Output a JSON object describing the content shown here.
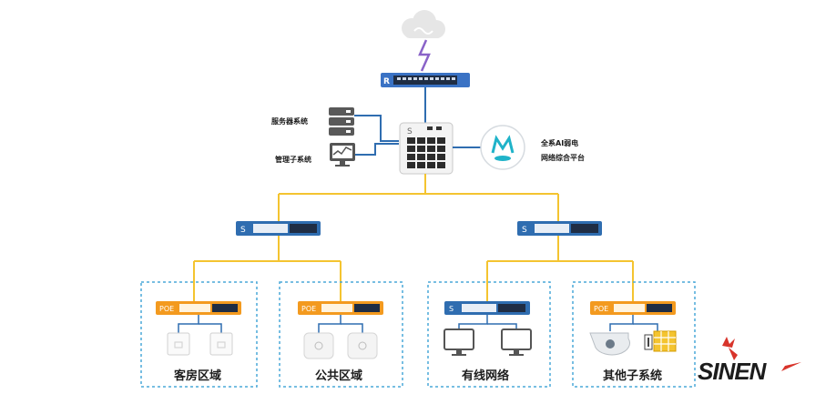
{
  "labels": {
    "server_system": "服务器系统",
    "management_subsystem": "管理子系统",
    "platform_line1": "全系AI弱电",
    "platform_line2": "网络综合平台"
  },
  "devices": {
    "router_badge": "R",
    "core_switch_badge": "S",
    "switch_badge": "S",
    "poe_badge": "POE"
  },
  "zones": [
    {
      "title": "客房区域"
    },
    {
      "title": "公共区域"
    },
    {
      "title": "有线网络"
    },
    {
      "title": "其他子系统"
    }
  ],
  "brand": {
    "logo": "SINEN"
  },
  "colors": {
    "link_yellow": "#f4c430",
    "link_blue": "#2f6db0",
    "router_blue": "#3a72c4",
    "poe_orange": "#f39a1f",
    "zone_border": "#4aa8d8",
    "uplink_purple": "#8a63c8"
  }
}
